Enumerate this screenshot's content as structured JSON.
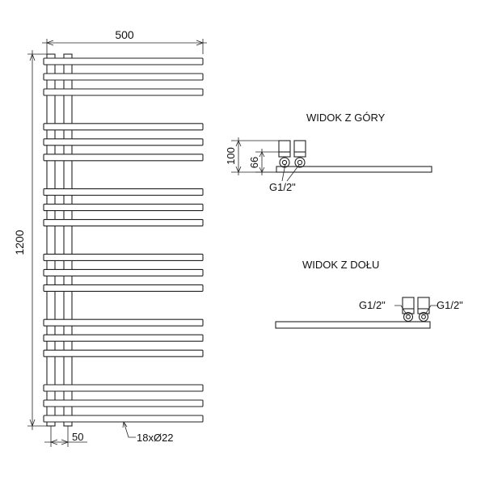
{
  "drawing": {
    "line_color": "#222222",
    "background": "#ffffff",
    "front_view": {
      "width_label": "500",
      "height_label": "1200",
      "pipe_spacing_label": "50",
      "tubes_label": "18xØ22",
      "tube_count": 18,
      "tube_groups": [
        3,
        3,
        3,
        3,
        3,
        3
      ]
    },
    "top_view": {
      "title": "WIDOK Z GÓRY",
      "depth_label": "100",
      "connection_height_label": "66",
      "connection_label": "G1/2\""
    },
    "bottom_view": {
      "title": "WIDOK Z DOŁU",
      "left_connection_label": "G1/2\"",
      "right_connection_label": "G1/2\""
    }
  }
}
